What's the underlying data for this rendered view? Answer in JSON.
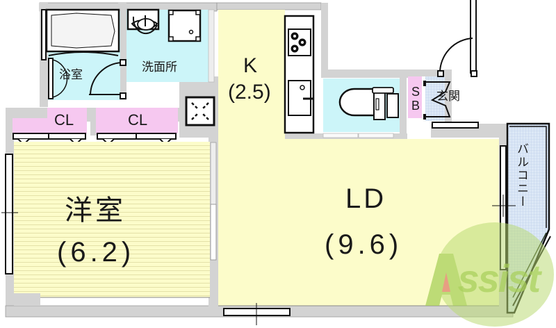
{
  "floor_plan": {
    "rooms": {
      "western_room": {
        "name": "洋室",
        "size": "(6.2)"
      },
      "living_dining": {
        "name": "LD",
        "size": "(9.6)"
      },
      "kitchen": {
        "name": "K",
        "size": "(2.5)"
      },
      "bathroom": {
        "name": "浴室"
      },
      "washroom": {
        "name": "洗面所"
      },
      "entrance": {
        "name": "玄関"
      },
      "balcony": {
        "name": "バルコニー"
      },
      "closet_left": {
        "name": "CL"
      },
      "closet_right": {
        "name": "CL"
      },
      "shoe_box": {
        "line1": "S",
        "line2": "B"
      }
    },
    "watermark": {
      "text": "Assist"
    },
    "colors": {
      "wall": "#d3d3d3",
      "wet_area": "#ccf5f9",
      "closet": "#f6c8f0",
      "floor_yellow": "#fcfcca",
      "entrance_tile": "#dbe7f5",
      "watermark_green": "#a8d05a",
      "watermark_red": "#e0806a"
    }
  }
}
